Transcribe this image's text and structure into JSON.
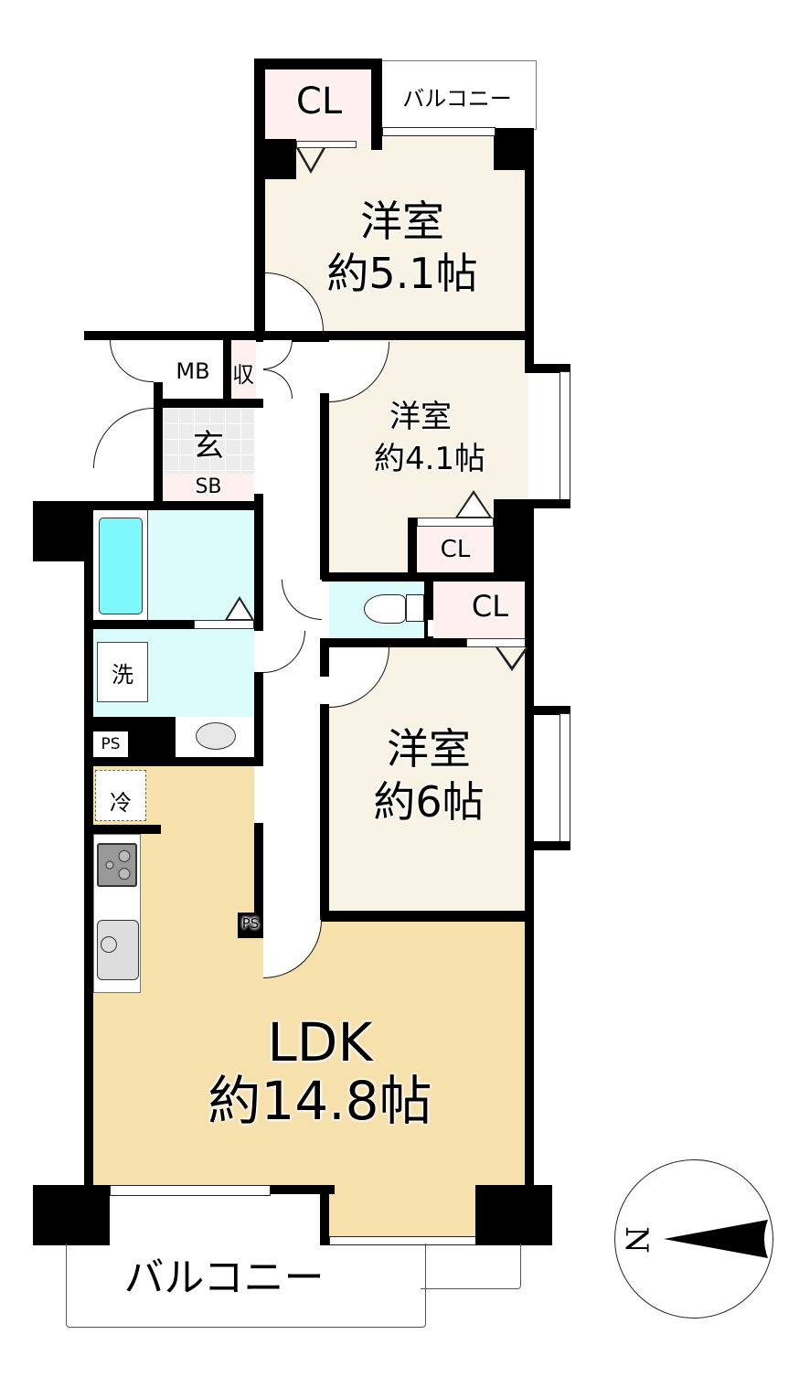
{
  "floorplan": {
    "rooms": {
      "western_1": {
        "name": "洋室",
        "size": "約5.1帖"
      },
      "western_2": {
        "name": "洋室",
        "size": "約4.1帖"
      },
      "western_3": {
        "name": "洋室",
        "size": "約6帖"
      },
      "ldk": {
        "name": "LDK",
        "size": "約14.8帖"
      }
    },
    "labels": {
      "closet": "CL",
      "balcony": "バルコニー",
      "meter_box": "MB",
      "storage": "収",
      "entrance": "玄",
      "shoe_box": "SB",
      "washer": "洗",
      "fridge": "冷",
      "pipe_space": "PS"
    },
    "compass": {
      "north_label": "N",
      "direction": "left"
    },
    "colors": {
      "wall": "#000000",
      "western_room": "#f8f3e5",
      "ldk": "#f6e1ad",
      "closet": "#fdf0ef",
      "wet_area": "#dcfcfc",
      "bathtub": "#7ef8fa",
      "entrance_tile": "#ececec"
    }
  }
}
